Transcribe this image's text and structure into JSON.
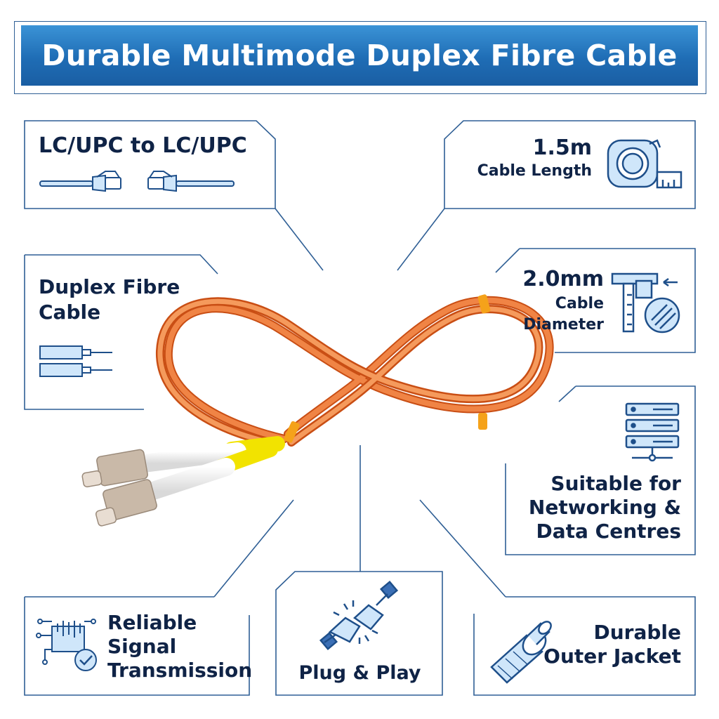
{
  "title": "Durable Multimode Duplex Fibre Cable",
  "features": {
    "connector": {
      "label": "LC/UPC to LC/UPC",
      "icon": "lc-connector-pair-icon"
    },
    "duplex": {
      "label_line1": "Duplex Fibre",
      "label_line2": "Cable",
      "icon": "duplex-fibre-icon"
    },
    "length": {
      "value": "1.5m",
      "label": "Cable Length",
      "icon": "tape-measure-icon"
    },
    "diameter": {
      "value": "2.0mm",
      "label_line1": "Cable",
      "label_line2": "Diameter",
      "icon": "caliper-icon"
    },
    "networking": {
      "label_line1": "Suitable for",
      "label_line2": "Networking &",
      "label_line3": "Data Centres",
      "icon": "server-rack-icon"
    },
    "signal": {
      "label_line1": "Reliable",
      "label_line2": "Signal",
      "label_line3": "Transmission",
      "icon": "circuit-check-icon"
    },
    "plug": {
      "label": "Plug & Play",
      "icon": "plug-connect-icon"
    },
    "jacket": {
      "label_line1": "Durable",
      "label_line2": "Outer Jacket",
      "icon": "cable-cross-section-icon"
    }
  },
  "colors": {
    "banner": "#1f6db5",
    "frame": "#2f5f95",
    "text": "#0f2346",
    "cable": "#e8732f",
    "icon_fill": "#cfe6fa",
    "icon_stroke": "#1e4f8a",
    "boot": "#f2e300"
  }
}
